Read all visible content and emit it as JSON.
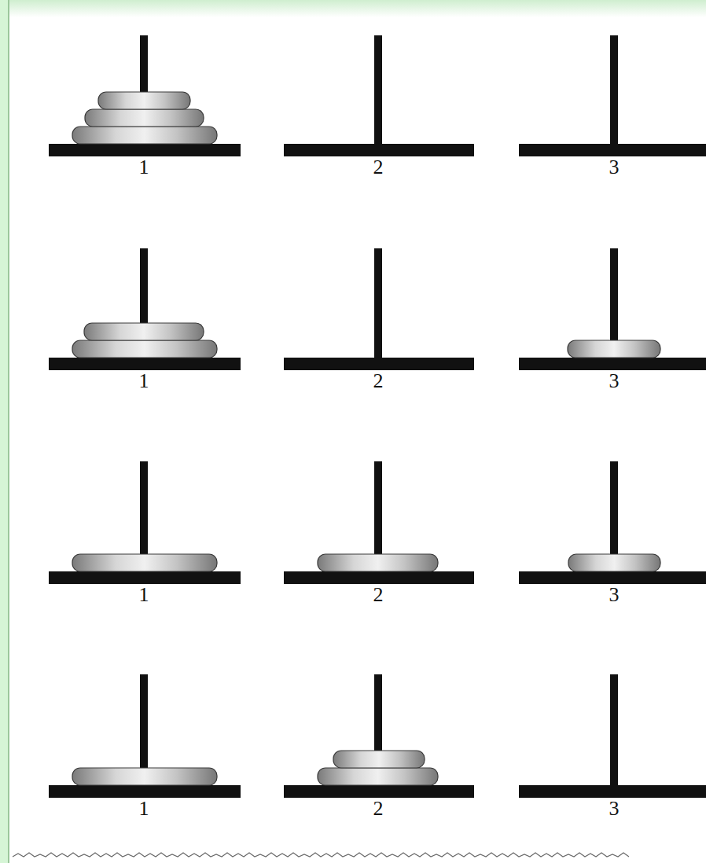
{
  "diagram": {
    "labels": [
      "1",
      "2",
      "3",
      "1",
      "2",
      "3",
      "1",
      "2",
      "3",
      "1",
      "2",
      "3"
    ]
  }
}
